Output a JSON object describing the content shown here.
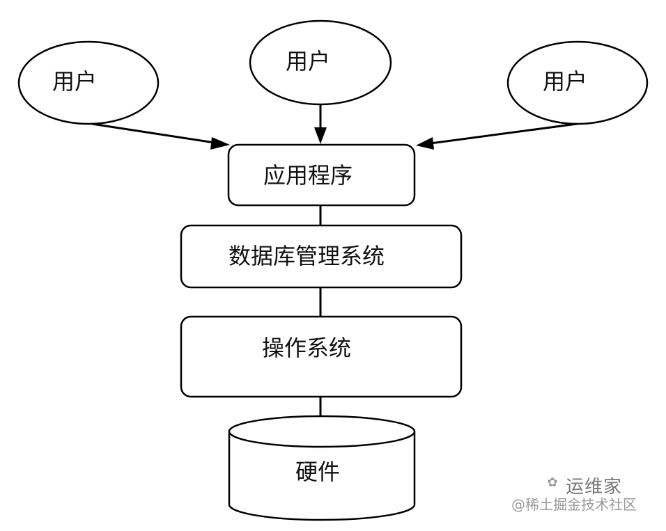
{
  "nodes": {
    "user_left": "用户",
    "user_center": "用户",
    "user_right": "用户",
    "application": "应用程序",
    "dbms": "数据库管理系统",
    "os": "操作系统",
    "hardware": "硬件"
  },
  "watermark": {
    "brand": "运维家",
    "credit": "@稀土掘金技术社区"
  }
}
